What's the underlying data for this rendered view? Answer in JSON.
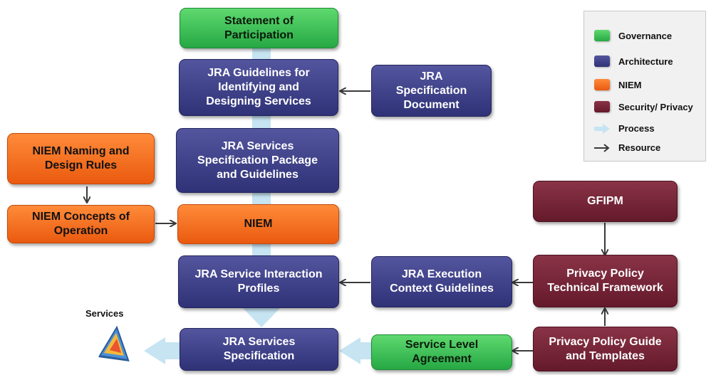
{
  "boxes": {
    "statement": "Statement of\nParticipation",
    "jra_guidelines": "JRA Guidelines for\nIdentifying and\nDesigning Services",
    "jra_spec_doc": "JRA\nSpecification\nDocument",
    "jra_services_package": "JRA Services\nSpecification Package\nand Guidelines",
    "niem_naming": "NIEM Naming and\nDesign Rules",
    "niem_concepts": "NIEM Concepts of\nOperation",
    "niem": "NIEM",
    "gfipm": "GFIPM",
    "privacy_framework": "Privacy Policy\nTechnical Framework",
    "jra_interaction": "JRA Service Interaction\nProfiles",
    "jra_execution": "JRA Execution\nContext Guidelines",
    "jra_services_spec": "JRA Services\nSpecification",
    "service_level": "Service Level\nAgreement",
    "privacy_guide": "Privacy Policy Guide\nand Templates"
  },
  "legend": {
    "governance": "Governance",
    "architecture": "Architecture",
    "niem": "NIEM",
    "security": "Security/ Privacy",
    "process": "Process",
    "resource": "Resource"
  },
  "services_label": "Services",
  "colors": {
    "governance": "#2bb24a",
    "architecture": "#3a3c85",
    "niem": "#f26a1b",
    "security": "#722235",
    "process": "#c6e4f2",
    "resource": "#3a3a3a"
  }
}
